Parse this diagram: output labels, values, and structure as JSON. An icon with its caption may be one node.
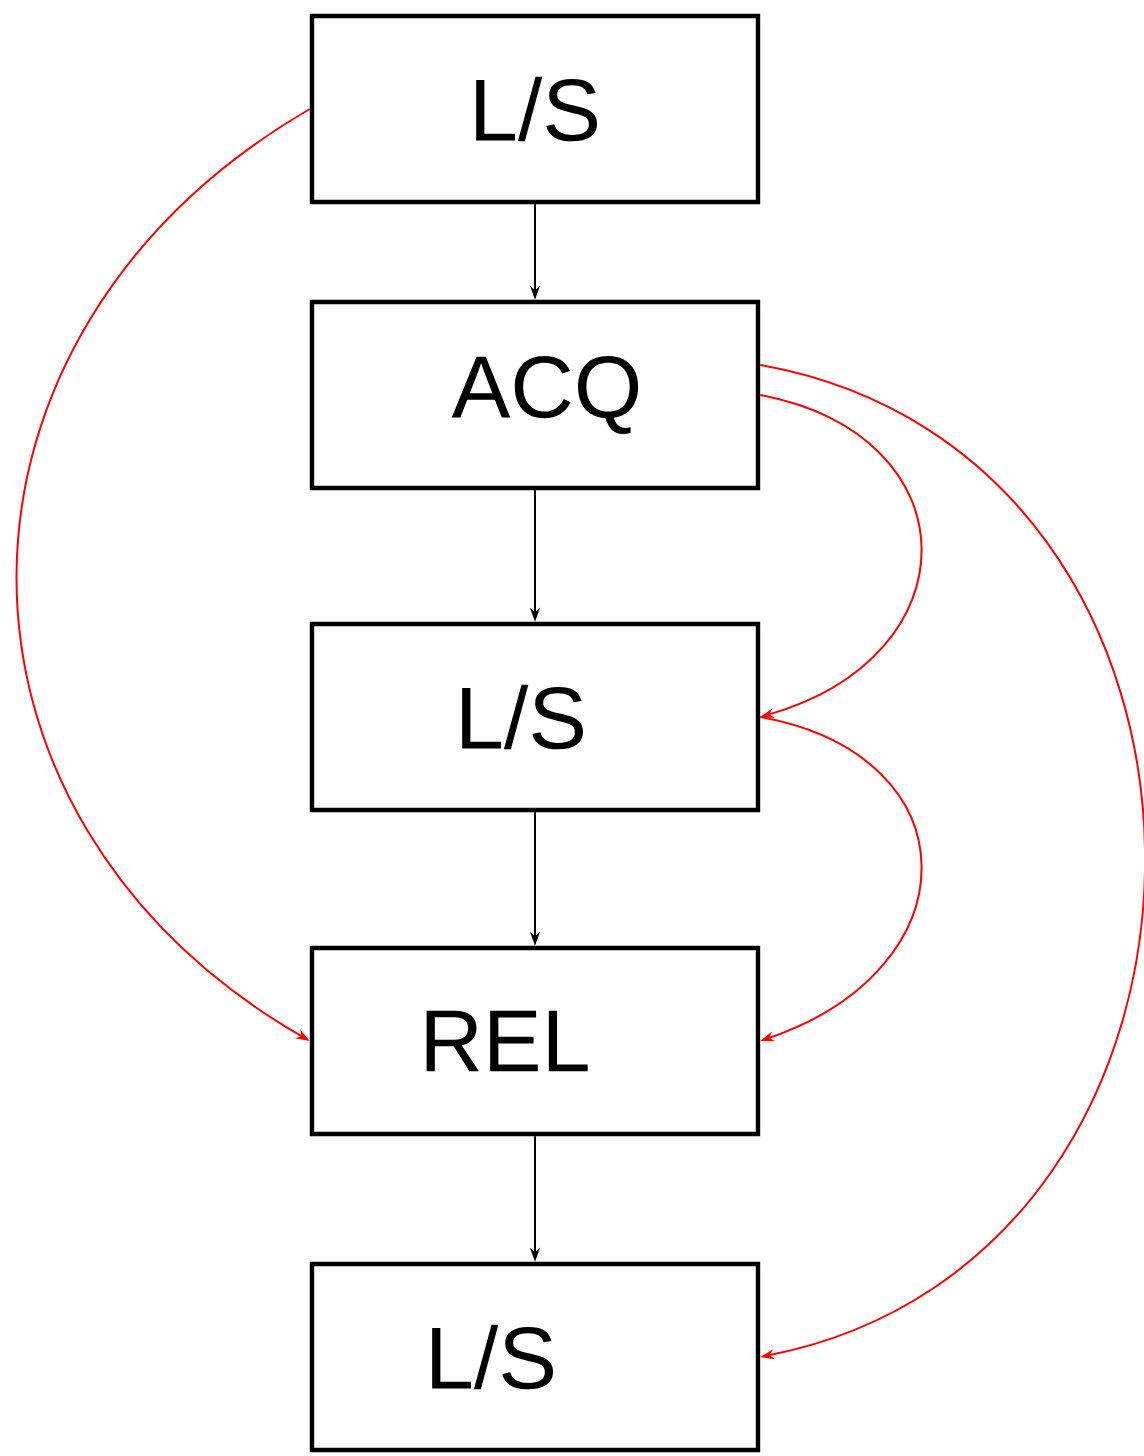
{
  "diagram": {
    "nodes": [
      {
        "text": [
          "L/S"
        ]
      },
      {
        "text": [
          "ACQ"
        ]
      },
      {
        "text": [
          "L/S"
        ]
      },
      {
        "text": [
          "REL"
        ]
      },
      {
        "text": [
          "L/S"
        ]
      }
    ],
    "edges": [
      {
        "from": 0,
        "to": 1,
        "arrow": "to"
      },
      {
        "from": 1,
        "to": 2,
        "arrow": "to"
      },
      {
        "from": 2,
        "to": 3,
        "arrow": "to"
      },
      {
        "from": 3,
        "to": 4,
        "arrow": "to"
      },
      {
        "from": 0,
        "to": 3,
        "arrow": "to",
        "color": "#ff0000"
      },
      {
        "from": 1,
        "to": 2,
        "arrow": "to",
        "color": "#ff0000"
      },
      {
        "from": 2,
        "to": 3,
        "arrow": "to",
        "color": "#ff0000"
      },
      {
        "from": 1,
        "to": 4,
        "arrow": "to",
        "color": "#ff0000"
      }
    ]
  }
}
